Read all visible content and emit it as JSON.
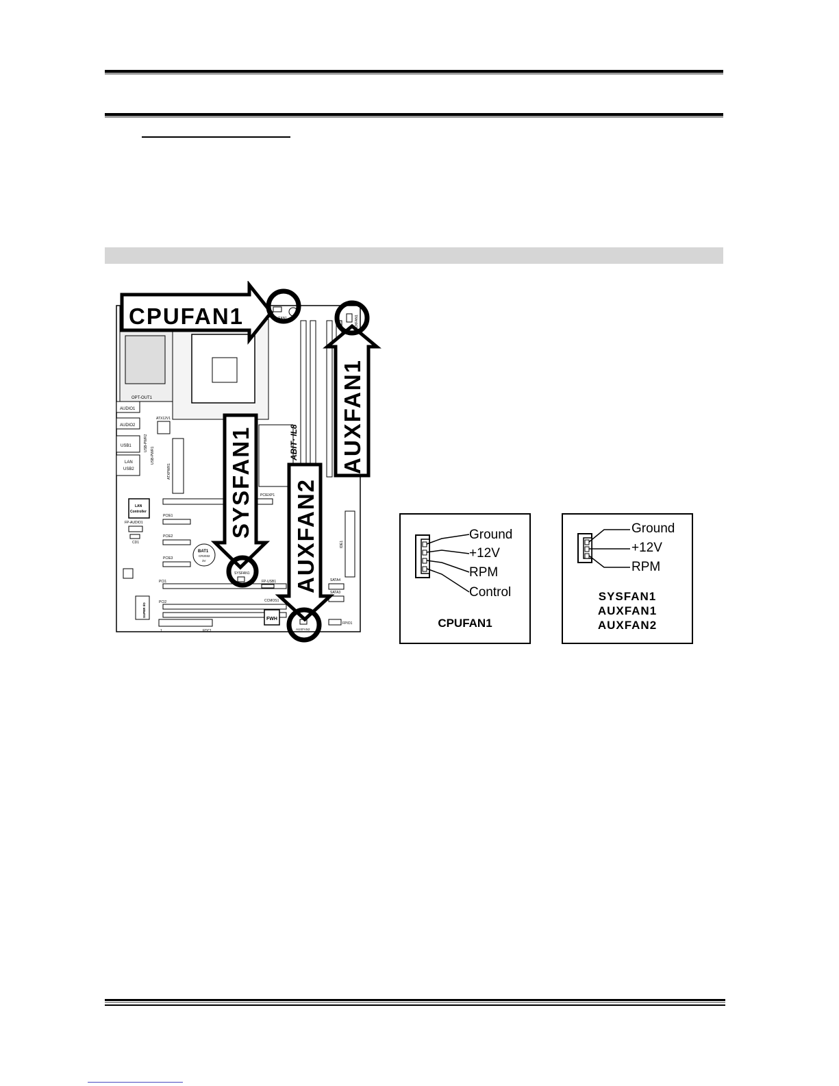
{
  "board": {
    "arrows": {
      "cpufan": "CPUFAN1",
      "sysfan": "SYSFAN1",
      "auxfan1": "AUXFAN1",
      "auxfan2": "AUXFAN2"
    },
    "silkscreen": {
      "cpufan1": "CPUFAN1",
      "auxfan1": "AUXFAN1",
      "sysfan1": "SYSFAN1",
      "auxfan2": "AUXFAN2",
      "opt_out1": "OPT-OUT1",
      "audio1": "AUDIO1",
      "audio2": "AUDIO2",
      "usb1": "USB1",
      "lan_usb2_a": "LAN",
      "lan_usb2_b": "USB2",
      "usb_pwr2": "USB-PWR2",
      "usb_pwr1": "USB-PWR1",
      "atx12v1": "ATX12V1",
      "atxpwr1": "ATXPWR1",
      "pciexp1": "PCIEXP1",
      "pcie1": "PCIE1",
      "pcie2": "PCIE2",
      "pcie3": "PCIE3",
      "lan_ctrl_a": "LAN",
      "lan_ctrl_b": "Controller",
      "fp_audio1": "FP-AUDIO1",
      "cd1": "CD1",
      "bat1": "BAT1",
      "bat1_type": "CR2032",
      "bat1_volt": "3V",
      "pci1": "PCI1",
      "pci2": "PCI2",
      "fdc1": "FDC1",
      "fdc1_pin": "1",
      "super_io": "SUPER I/O",
      "fp_usb1": "FP-USB1",
      "ide1": "IDE1",
      "sata4": "SATA4",
      "sata3": "SATA3",
      "ccmos1": "CCMOS1",
      "fwh": "FWH",
      "fpio1": "FPIO1",
      "brand": "ABIT· IL8"
    }
  },
  "pinouts": [
    {
      "pins": [
        "Ground",
        "+12V",
        "RPM",
        "Control"
      ],
      "caption": [
        "CPUFAN1"
      ]
    },
    {
      "pins": [
        "Ground",
        "+12V",
        "RPM"
      ],
      "caption": [
        "SYSFAN1",
        "AUXFAN1",
        "AUXFAN2"
      ]
    }
  ]
}
